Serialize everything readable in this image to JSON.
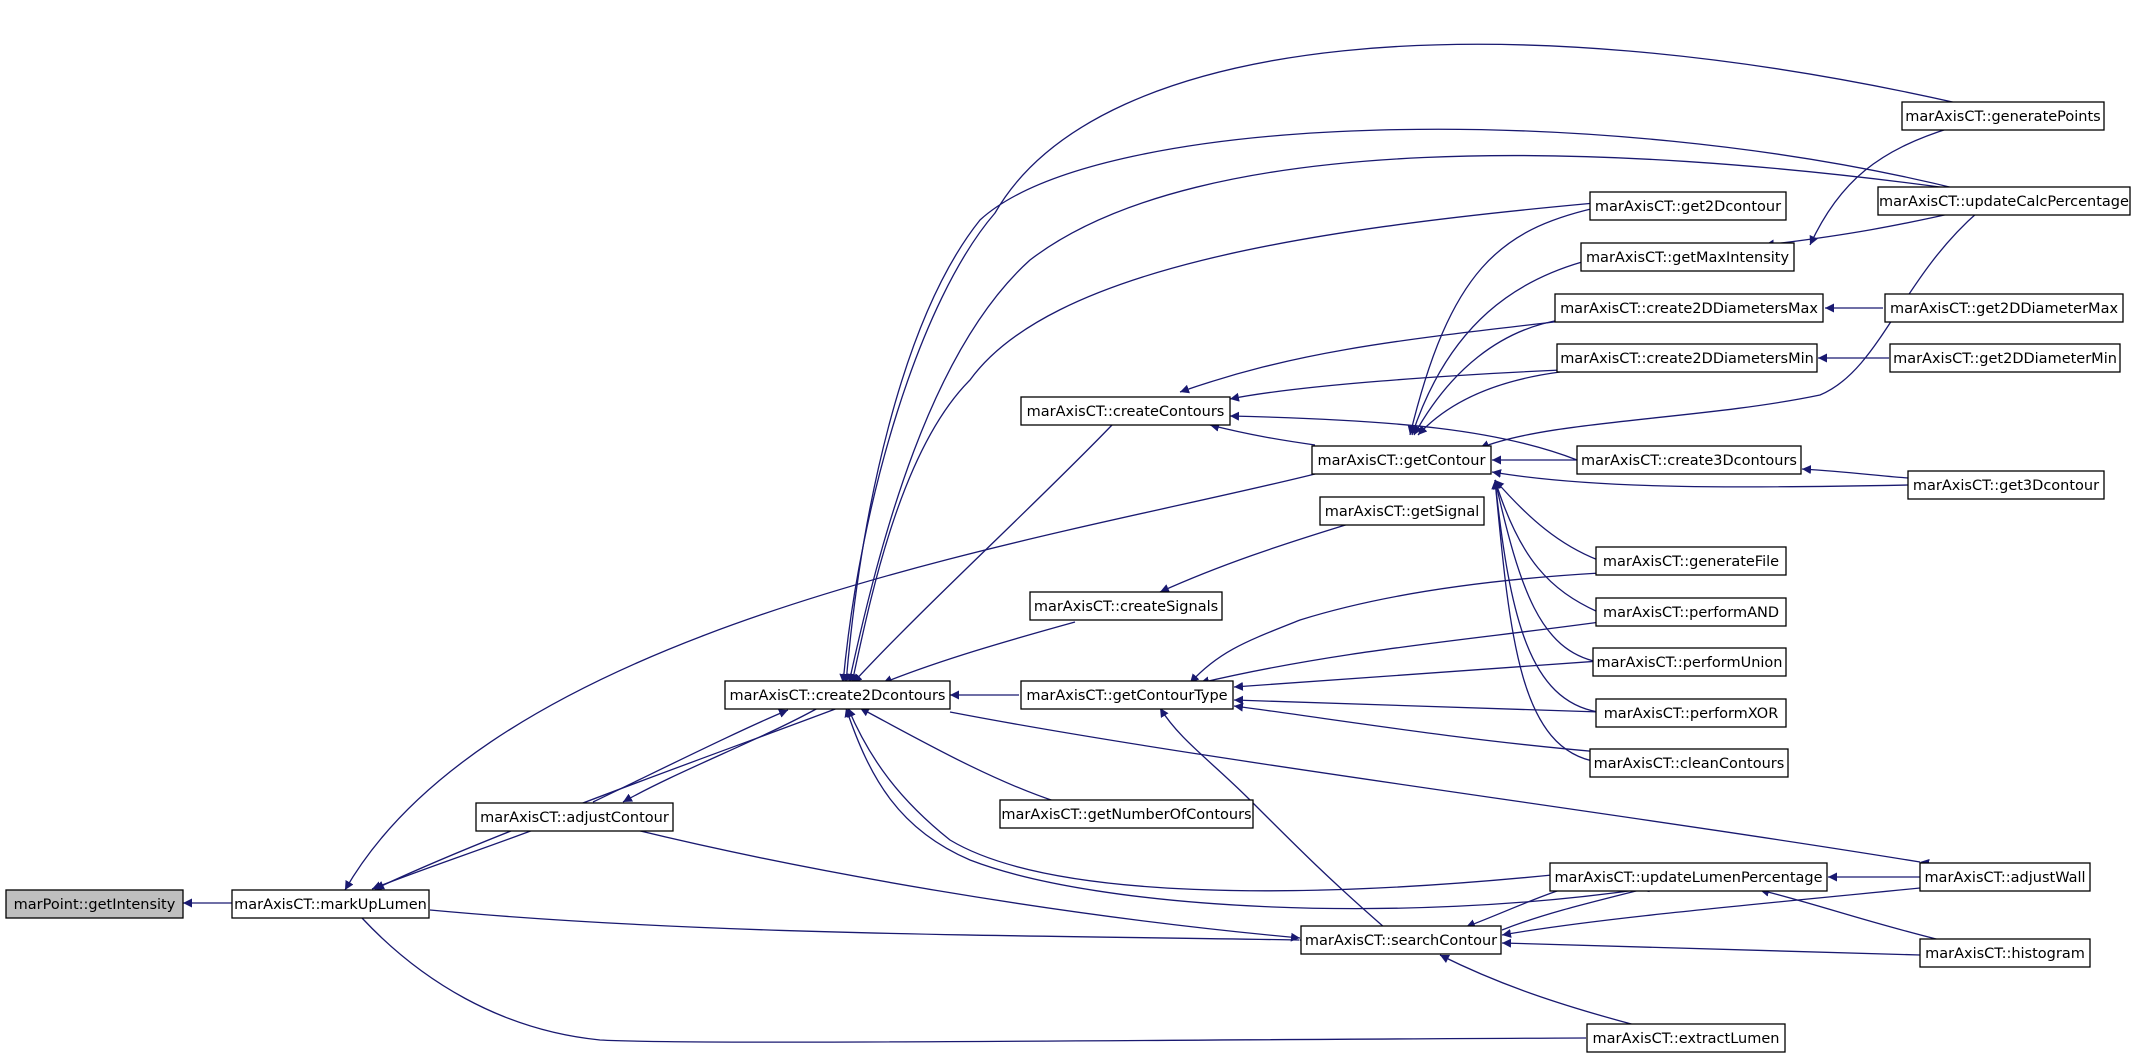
{
  "graph": {
    "edge_color": "#191970",
    "root_fill": "#bfbfbf",
    "nodes": {
      "root": "marPoint::getIntensity",
      "markUpLumen": "marAxisCT::markUpLumen",
      "adjustContour": "marAxisCT::adjustContour",
      "create2Dcontours": "marAxisCT::create2Dcontours",
      "createContours": "marAxisCT::createContours",
      "createSignals": "marAxisCT::createSignals",
      "getContourType": "marAxisCT::getContourType",
      "getNumberOfContours": "marAxisCT::getNumberOfContours",
      "getContour": "marAxisCT::getContour",
      "getSignal": "marAxisCT::getSignal",
      "searchContour": "marAxisCT::searchContour",
      "get2Dcontour": "marAxisCT::get2Dcontour",
      "getMaxIntensity": "marAxisCT::getMaxIntensity",
      "create2DDiametersMax": "marAxisCT::create2DDiametersMax",
      "create2DDiametersMin": "marAxisCT::create2DDiametersMin",
      "create3Dcontours": "marAxisCT::create3Dcontours",
      "generateFile": "marAxisCT::generateFile",
      "performAND": "marAxisCT::performAND",
      "performUnion": "marAxisCT::performUnion",
      "performXOR": "marAxisCT::performXOR",
      "cleanContours": "marAxisCT::cleanContours",
      "updateLumenPercentage": "marAxisCT::updateLumenPercentage",
      "extractLumen": "marAxisCT::extractLumen",
      "generatePoints": "marAxisCT::generatePoints",
      "updateCalcPercentage": "marAxisCT::updateCalcPercentage",
      "get2DDiameterMax": "marAxisCT::get2DDiameterMax",
      "get2DDiameterMin": "marAxisCT::get2DDiameterMin",
      "get3Dcontour": "marAxisCT::get3Dcontour",
      "adjustWall": "marAxisCT::adjustWall",
      "histogram": "marAxisCT::histogram"
    }
  }
}
